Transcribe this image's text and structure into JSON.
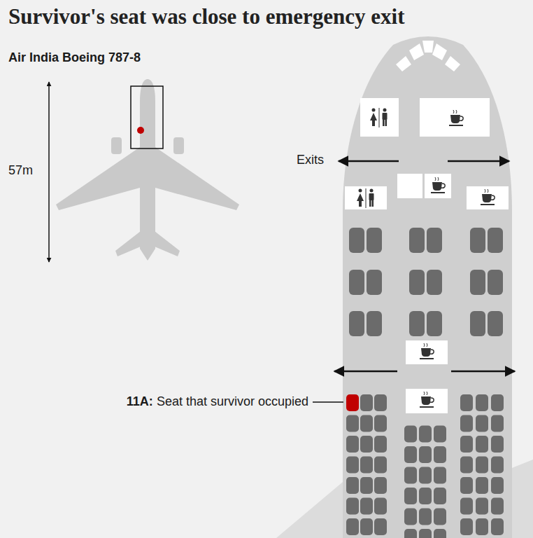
{
  "diagram": {
    "title": "Survivor's seat was close to emergency exit",
    "labels": [
      "Air India Boeing 787-8",
      "57m",
      "Exits",
      "11A:",
      "Seat that survivor occupied"
    ]
  }
}
